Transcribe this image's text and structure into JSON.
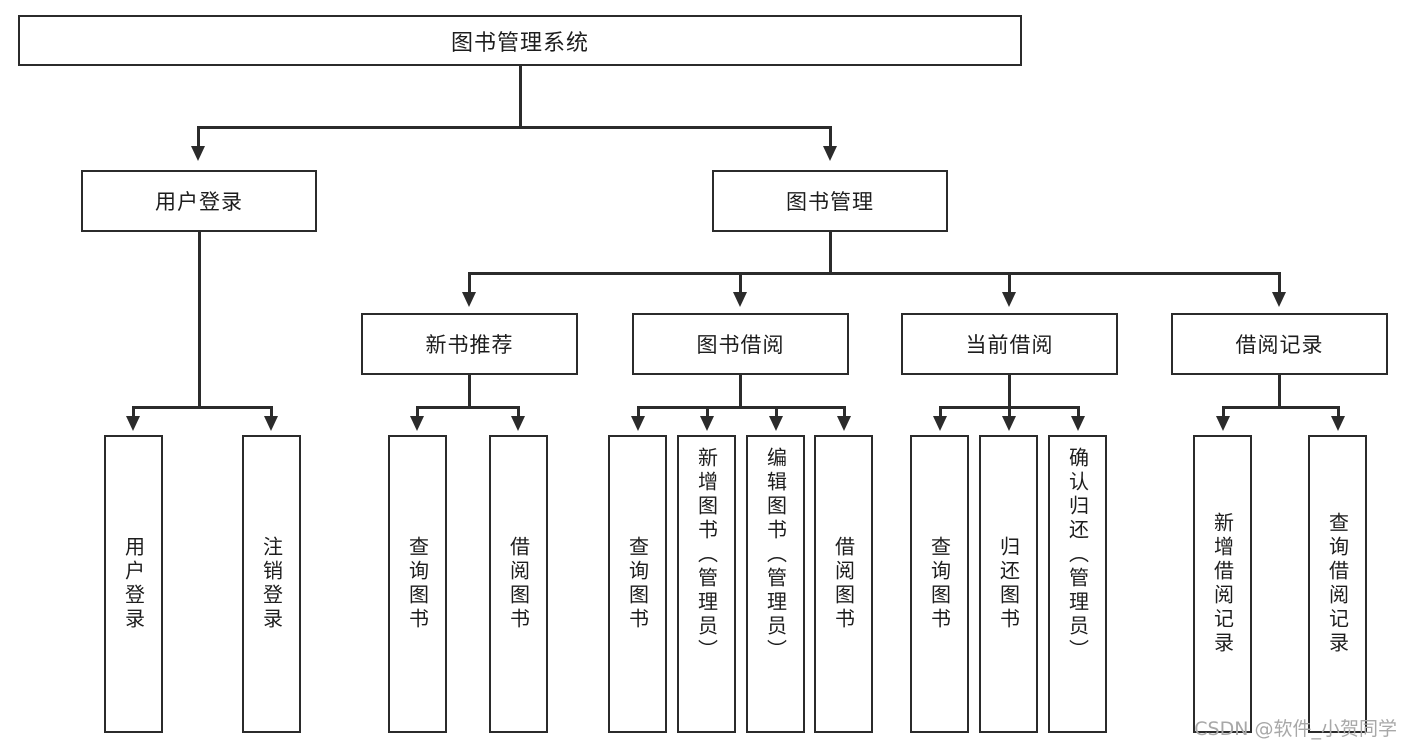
{
  "diagram": {
    "type": "tree",
    "title": "图书管理系统",
    "root": {
      "label": "图书管理系统"
    },
    "level2": [
      {
        "label": "用户登录"
      },
      {
        "label": "图书管理"
      }
    ],
    "level3": [
      {
        "label": "新书推荐"
      },
      {
        "label": "图书借阅"
      },
      {
        "label": "当前借阅"
      },
      {
        "label": "借阅记录"
      }
    ],
    "leaves": [
      {
        "label": "用户登录",
        "parent": "用户登录"
      },
      {
        "label": "注销登录",
        "parent": "用户登录"
      },
      {
        "label": "查询图书",
        "parent": "新书推荐"
      },
      {
        "label": "借阅图书",
        "parent": "新书推荐"
      },
      {
        "label": "查询图书",
        "parent": "图书借阅"
      },
      {
        "label": "新增图书（管理员）",
        "parent": "图书借阅"
      },
      {
        "label": "编辑图书（管理员）",
        "parent": "图书借阅"
      },
      {
        "label": "借阅图书",
        "parent": "图书借阅"
      },
      {
        "label": "查询图书",
        "parent": "当前借阅"
      },
      {
        "label": "归还图书",
        "parent": "当前借阅"
      },
      {
        "label": "确认归还（管理员）",
        "parent": "当前借阅"
      },
      {
        "label": "新增借阅记录",
        "parent": "借阅记录"
      },
      {
        "label": "查询借阅记录",
        "parent": "借阅记录"
      }
    ]
  },
  "watermark": {
    "text": "CSDN @软件_小贺同学"
  },
  "colors": {
    "stroke": "#2b2b2b",
    "background": "#ffffff",
    "text": "#1d1d1d",
    "watermark": "#a8a8a8"
  }
}
